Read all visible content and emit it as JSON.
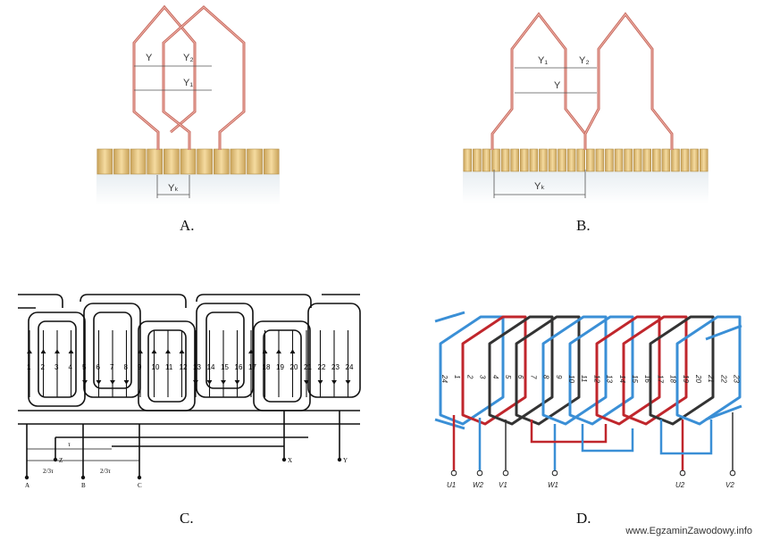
{
  "panels": {
    "A": {
      "caption": "A.",
      "labels": {
        "y_small": "Y",
        "y2": "Y₂",
        "y1": "Y₁",
        "yc": "Yₖ"
      }
    },
    "B": {
      "caption": "B.",
      "labels": {
        "y_small": "Y₁",
        "y2": "Y₂",
        "y": "Y",
        "yc": "Yₖ"
      }
    },
    "C": {
      "caption": "C.",
      "slot_numbers": [
        "1",
        "2",
        "3",
        "4",
        "5",
        "6",
        "7",
        "8",
        "9",
        "10",
        "11",
        "12",
        "13",
        "14",
        "15",
        "16",
        "17",
        "18",
        "19",
        "20",
        "21",
        "22",
        "23",
        "24"
      ],
      "terminals": [
        "A",
        "B",
        "C",
        "Z",
        "X",
        "Y"
      ],
      "dim_labels": {
        "tau": "τ",
        "two_thirds_tau_left": "2/3τ",
        "two_thirds_tau_right": "2/3τ"
      }
    },
    "D": {
      "caption": "D.",
      "slot_numbers": [
        "24",
        "1",
        "2",
        "3",
        "4",
        "5",
        "6",
        "7",
        "8",
        "9",
        "10",
        "11",
        "12",
        "13",
        "14",
        "15",
        "16",
        "17",
        "18",
        "19",
        "20",
        "21",
        "22",
        "23"
      ],
      "terminals": [
        "U1",
        "W2",
        "V1",
        "W1",
        "U2",
        "V2"
      ]
    }
  },
  "colors": {
    "copper": "#c86a5e",
    "red_winding": "#c0262c",
    "blue_winding": "#3a8fd6",
    "dark_winding": "#333333"
  },
  "watermark": "www.EgzaminZawodowy.info"
}
